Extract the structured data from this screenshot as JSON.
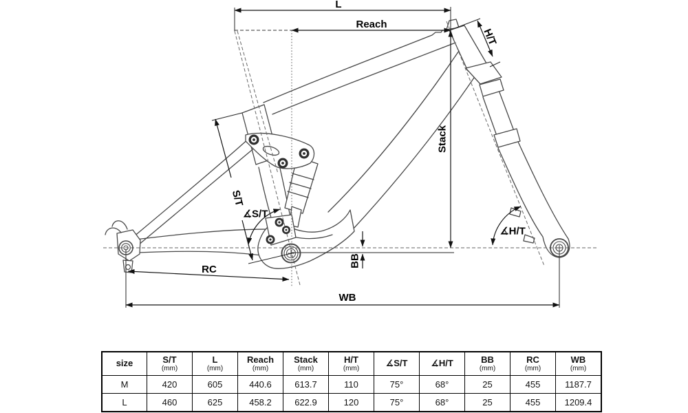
{
  "colors": {
    "background": "#ffffff",
    "frame_line": "#474747",
    "dimension_line": "#111111",
    "text": "#000000"
  },
  "diagram": {
    "labels": {
      "l": "L",
      "reach": "Reach",
      "ht": "H/T",
      "stack": "Stack",
      "st": "S/T",
      "angle_st": "∡S/T",
      "angle_ht": "∡H/T",
      "bb": "BB",
      "rc": "RC",
      "wb": "WB"
    }
  },
  "table": {
    "headers": [
      {
        "main": "size",
        "sub": ""
      },
      {
        "main": "S/T",
        "sub": "(mm)"
      },
      {
        "main": "L",
        "sub": "(mm)"
      },
      {
        "main": "Reach",
        "sub": "(mm)"
      },
      {
        "main": "Stack",
        "sub": "(mm)"
      },
      {
        "main": "H/T",
        "sub": "(mm)"
      },
      {
        "main": "∡S/T",
        "sub": ""
      },
      {
        "main": "∡H/T",
        "sub": ""
      },
      {
        "main": "BB",
        "sub": "(mm)"
      },
      {
        "main": "RC",
        "sub": "(mm)"
      },
      {
        "main": "WB",
        "sub": "(mm)"
      }
    ],
    "rows": [
      {
        "size": "M",
        "values": [
          "420",
          "605",
          "440.6",
          "613.7",
          "110",
          "75°",
          "68°",
          "25",
          "455",
          "1187.7"
        ]
      },
      {
        "size": "L",
        "values": [
          "460",
          "625",
          "458.2",
          "622.9",
          "120",
          "75°",
          "68°",
          "25",
          "455",
          "1209.4"
        ]
      }
    ]
  }
}
